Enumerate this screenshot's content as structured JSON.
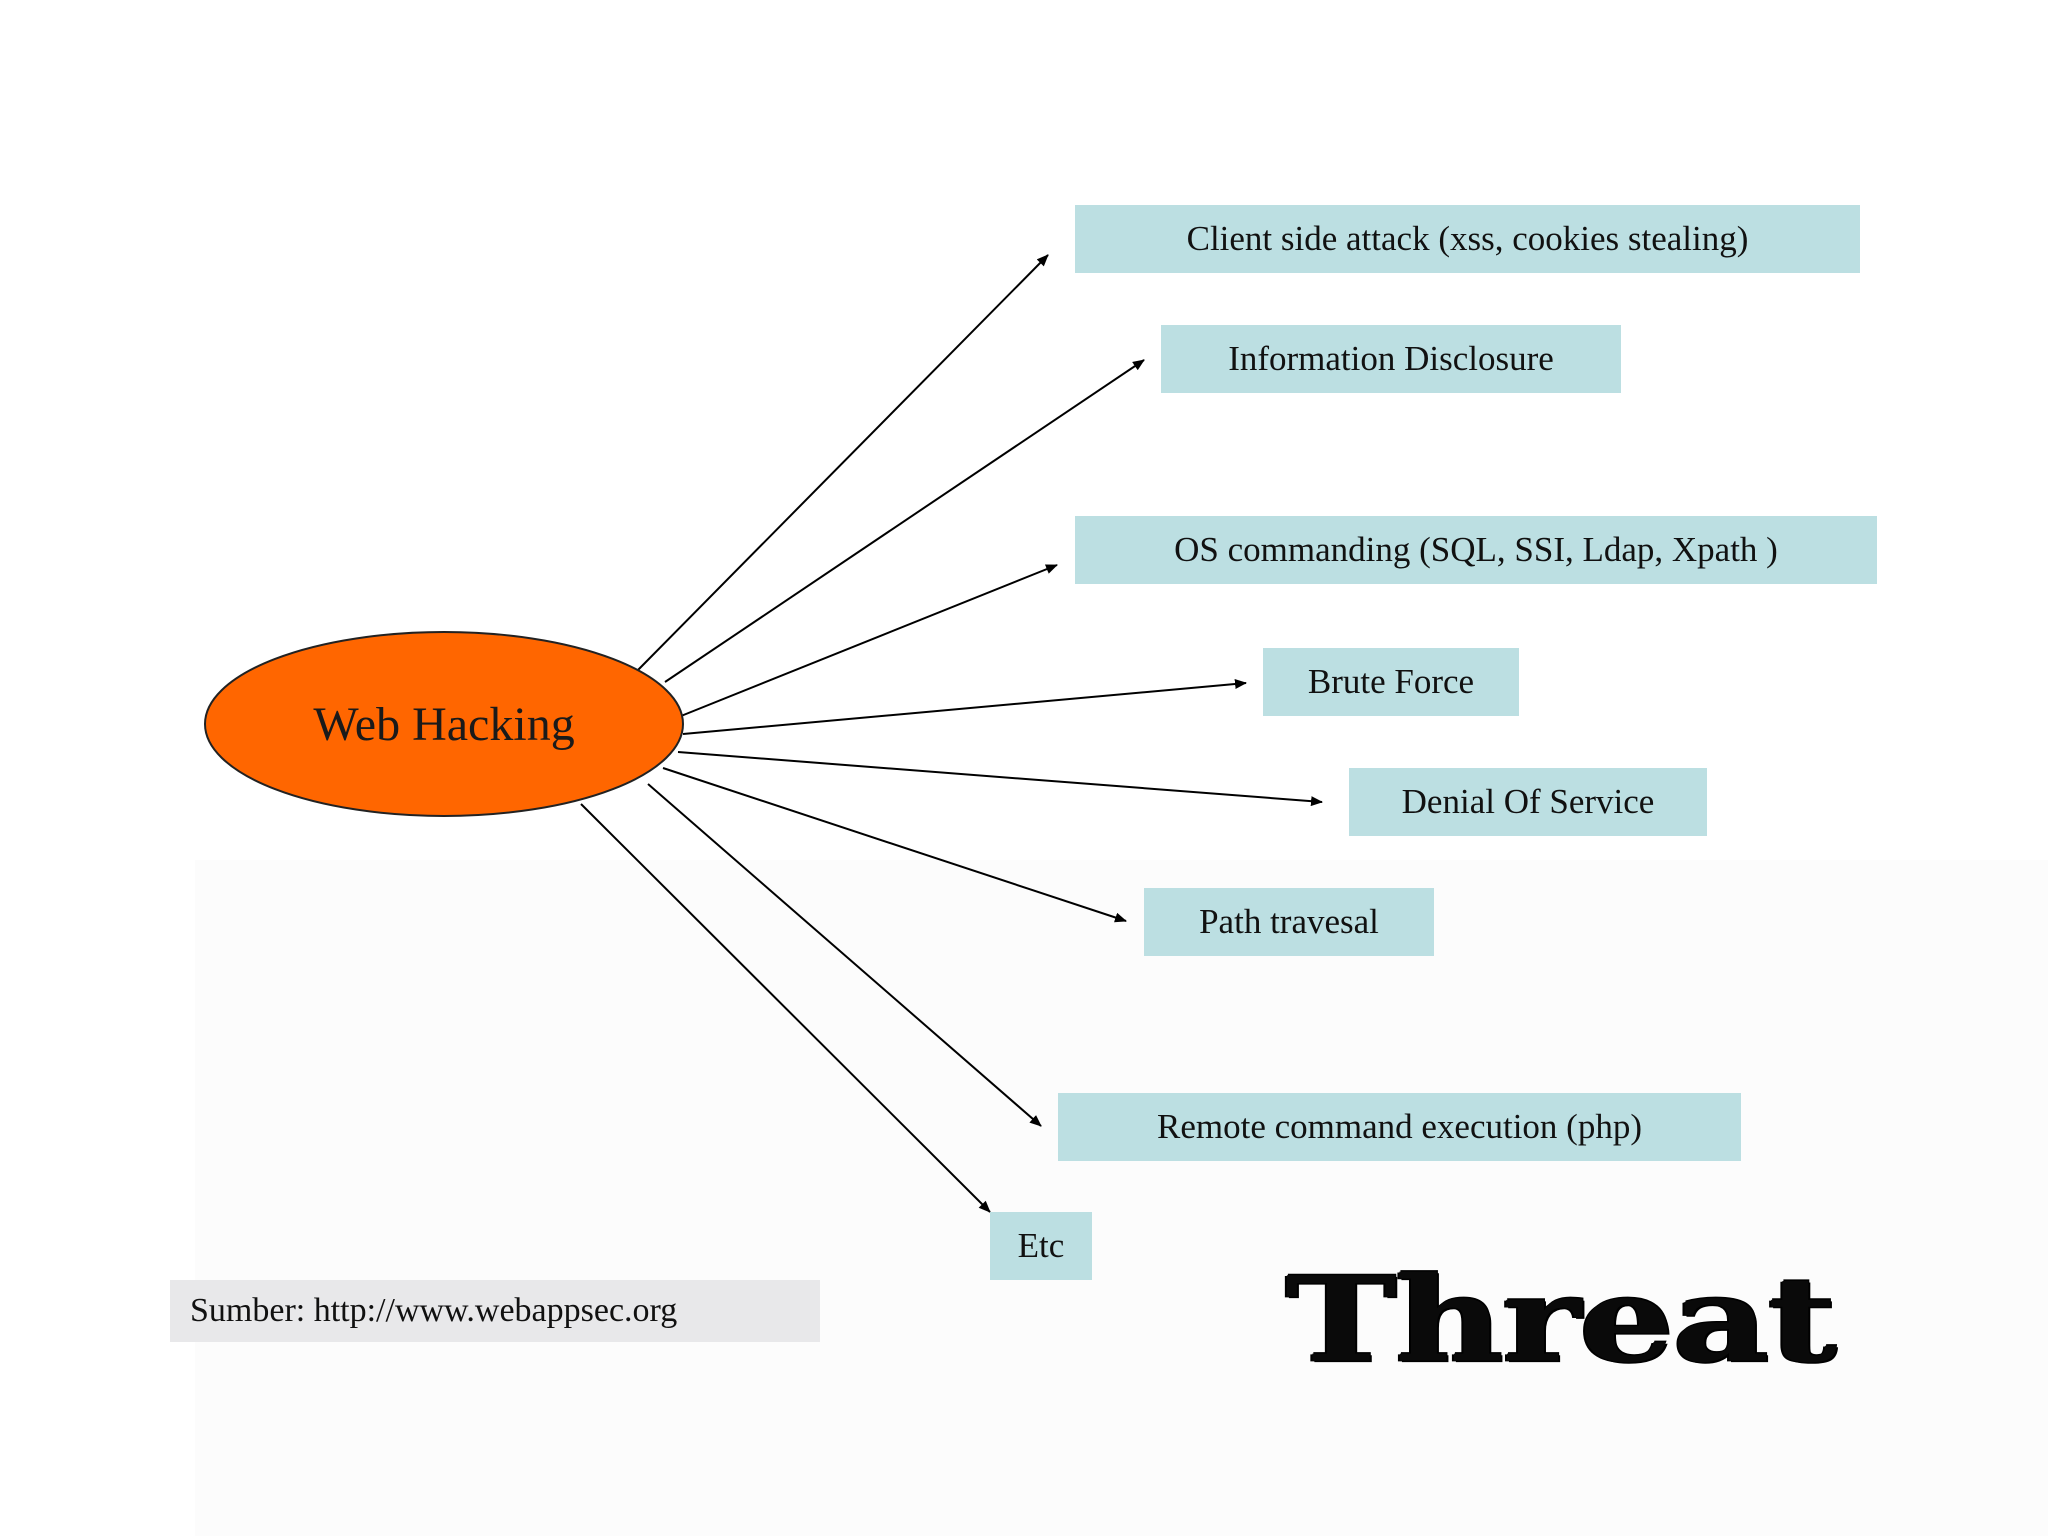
{
  "diagram": {
    "center": {
      "label": "Web Hacking",
      "fill": "#ff6600",
      "stroke": "#222222"
    },
    "box_color": "#bcdfe2",
    "threats": [
      {
        "label": "Client side attack (xss, cookies stealing)"
      },
      {
        "label": "Information Disclosure"
      },
      {
        "label": "OS commanding (SQL, SSI, Ldap, Xpath )"
      },
      {
        "label": "Brute Force"
      },
      {
        "label": "Denial Of Service"
      },
      {
        "label": "Path travesal"
      },
      {
        "label": "Remote command execution (php)"
      },
      {
        "label": "Etc"
      }
    ]
  },
  "source": {
    "text": "Sumber: http://www.webappsec.org"
  },
  "headline": {
    "text": "Threat"
  }
}
